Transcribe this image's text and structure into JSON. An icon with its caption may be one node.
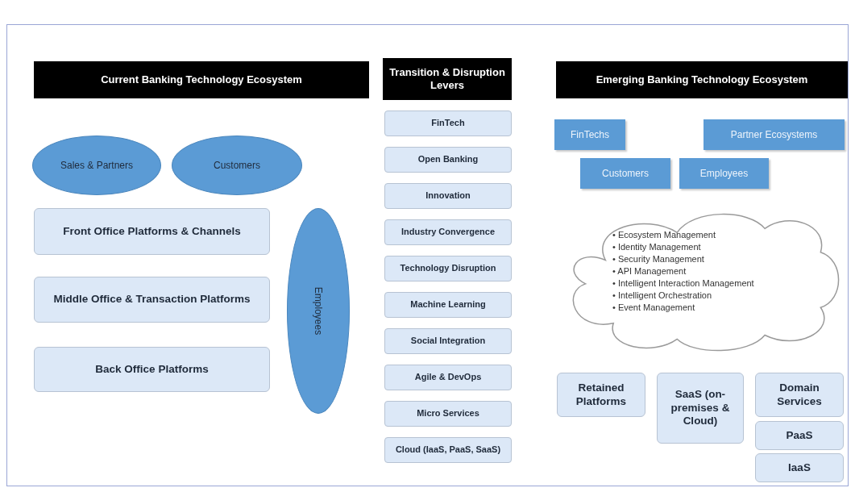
{
  "diagram": {
    "nodes": [
      {
        "text": [
          "Current Banking Technology Ecosystem"
        ]
      },
      {
        "text": [
          "Sales & Partners"
        ]
      },
      {
        "text": [
          "Customers"
        ]
      },
      {
        "text": [
          "Front Office Platforms & Channels"
        ]
      },
      {
        "text": [
          "Middle Office & Transaction Platforms"
        ]
      },
      {
        "text": [
          "Back Office Platforms"
        ]
      },
      {
        "text": [
          "Employees"
        ]
      },
      {
        "text": [
          "Transition & Disruption Levers"
        ]
      },
      {
        "text": [
          "FinTech"
        ]
      },
      {
        "text": [
          "Open Banking"
        ]
      },
      {
        "text": [
          "Innovation"
        ]
      },
      {
        "text": [
          "Industry Convergence"
        ]
      },
      {
        "text": [
          "Technology Disruption"
        ]
      },
      {
        "text": [
          "Machine Learning"
        ]
      },
      {
        "text": [
          "Social Integration"
        ]
      },
      {
        "text": [
          "Agile & DevOps"
        ]
      },
      {
        "text": [
          "Micro Services"
        ]
      },
      {
        "text": [
          "Cloud (IaaS, PaaS, SaaS)"
        ]
      },
      {
        "text": [
          "Emerging Banking Technology Ecosystem"
        ]
      },
      {
        "text": [
          "FinTechs"
        ]
      },
      {
        "text": [
          "Partner Ecosystems"
        ]
      },
      {
        "text": [
          "Customers"
        ]
      },
      {
        "text": [
          "Employees"
        ]
      },
      {
        "text": [
          "• Ecosystem Management",
          "• Identity Management",
          "• Security Management",
          "• API Management",
          "• Intelligent Interaction Management",
          "• Intelligent Orchestration",
          "• Event Management"
        ]
      },
      {
        "text": [
          "Retained Platforms"
        ]
      },
      {
        "text": [
          "SaaS (on-premises & Cloud)"
        ]
      },
      {
        "text": [
          "Domain Services"
        ]
      },
      {
        "text": [
          "PaaS"
        ]
      },
      {
        "text": [
          "IaaS"
        ]
      }
    ]
  }
}
